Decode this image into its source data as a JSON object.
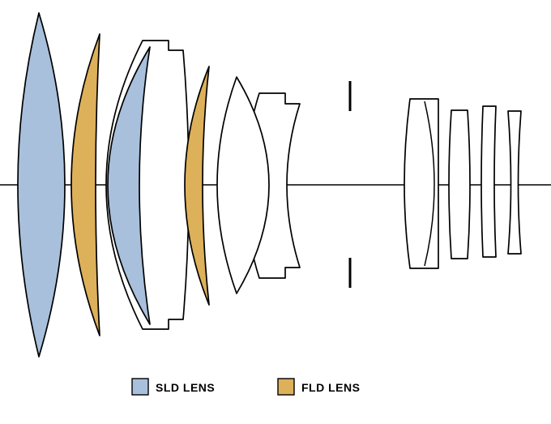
{
  "diagram": {
    "kind": "lens-construction-diagram",
    "front_group_elements": 7,
    "rear_group_elements": 4,
    "has_aperture_stop": true
  },
  "colors": {
    "background": "#ffffff",
    "outline": "#000000",
    "sld": "#a8c0dc",
    "fld": "#ddb05a"
  },
  "legend": {
    "items": [
      {
        "id": "sld",
        "label": "SLD LENS"
      },
      {
        "id": "fld",
        "label": "FLD LENS"
      }
    ]
  }
}
